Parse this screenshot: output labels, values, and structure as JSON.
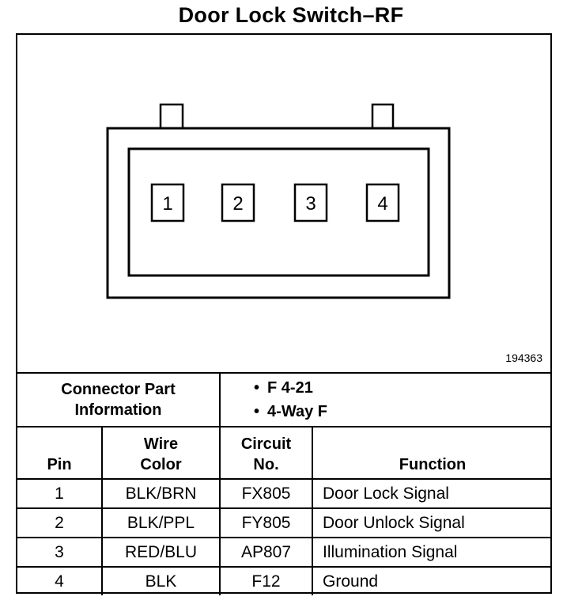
{
  "title": "Door Lock Switch–RF",
  "figure_id": "194363",
  "connector": {
    "pins": [
      "1",
      "2",
      "3",
      "4"
    ]
  },
  "connector_info": {
    "label": "Connector Part Information",
    "items": [
      "F 4-21",
      "4-Way F"
    ]
  },
  "table": {
    "headers": {
      "pin": "Pin",
      "wire_color": "Wire Color",
      "circuit": "Circuit No.",
      "function": "Function"
    },
    "rows": [
      {
        "pin": "1",
        "wire_color": "BLK/BRN",
        "circuit": "FX805",
        "function": "Door Lock Signal"
      },
      {
        "pin": "2",
        "wire_color": "BLK/PPL",
        "circuit": "FY805",
        "function": "Door Unlock Signal"
      },
      {
        "pin": "3",
        "wire_color": "RED/BLU",
        "circuit": "AP807",
        "function": "Illumination Signal"
      },
      {
        "pin": "4",
        "wire_color": "BLK",
        "circuit": "F12",
        "function": "Ground"
      }
    ]
  }
}
